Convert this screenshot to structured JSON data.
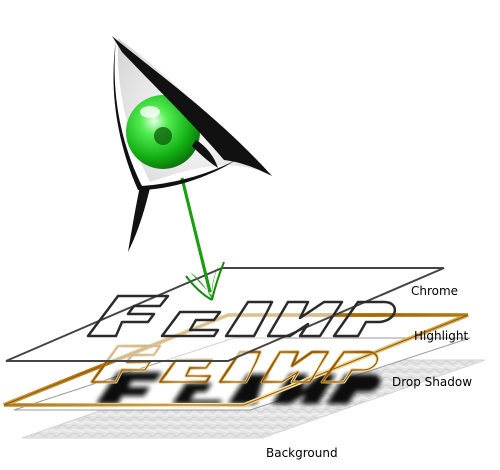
{
  "layers": [
    {
      "id": "chrome",
      "label": "Chrome"
    },
    {
      "id": "highlight",
      "label": "Highlight"
    },
    {
      "id": "drop_shadow",
      "label": "Drop Shadow"
    },
    {
      "id": "background",
      "label": "Background"
    }
  ],
  "layer_text": "E-GIMP",
  "colors": {
    "iris": "#22cc22",
    "arrow": "#22aa11",
    "gold": "#d9a31c",
    "outline": "#111111",
    "paper": "#e6e6e6"
  }
}
